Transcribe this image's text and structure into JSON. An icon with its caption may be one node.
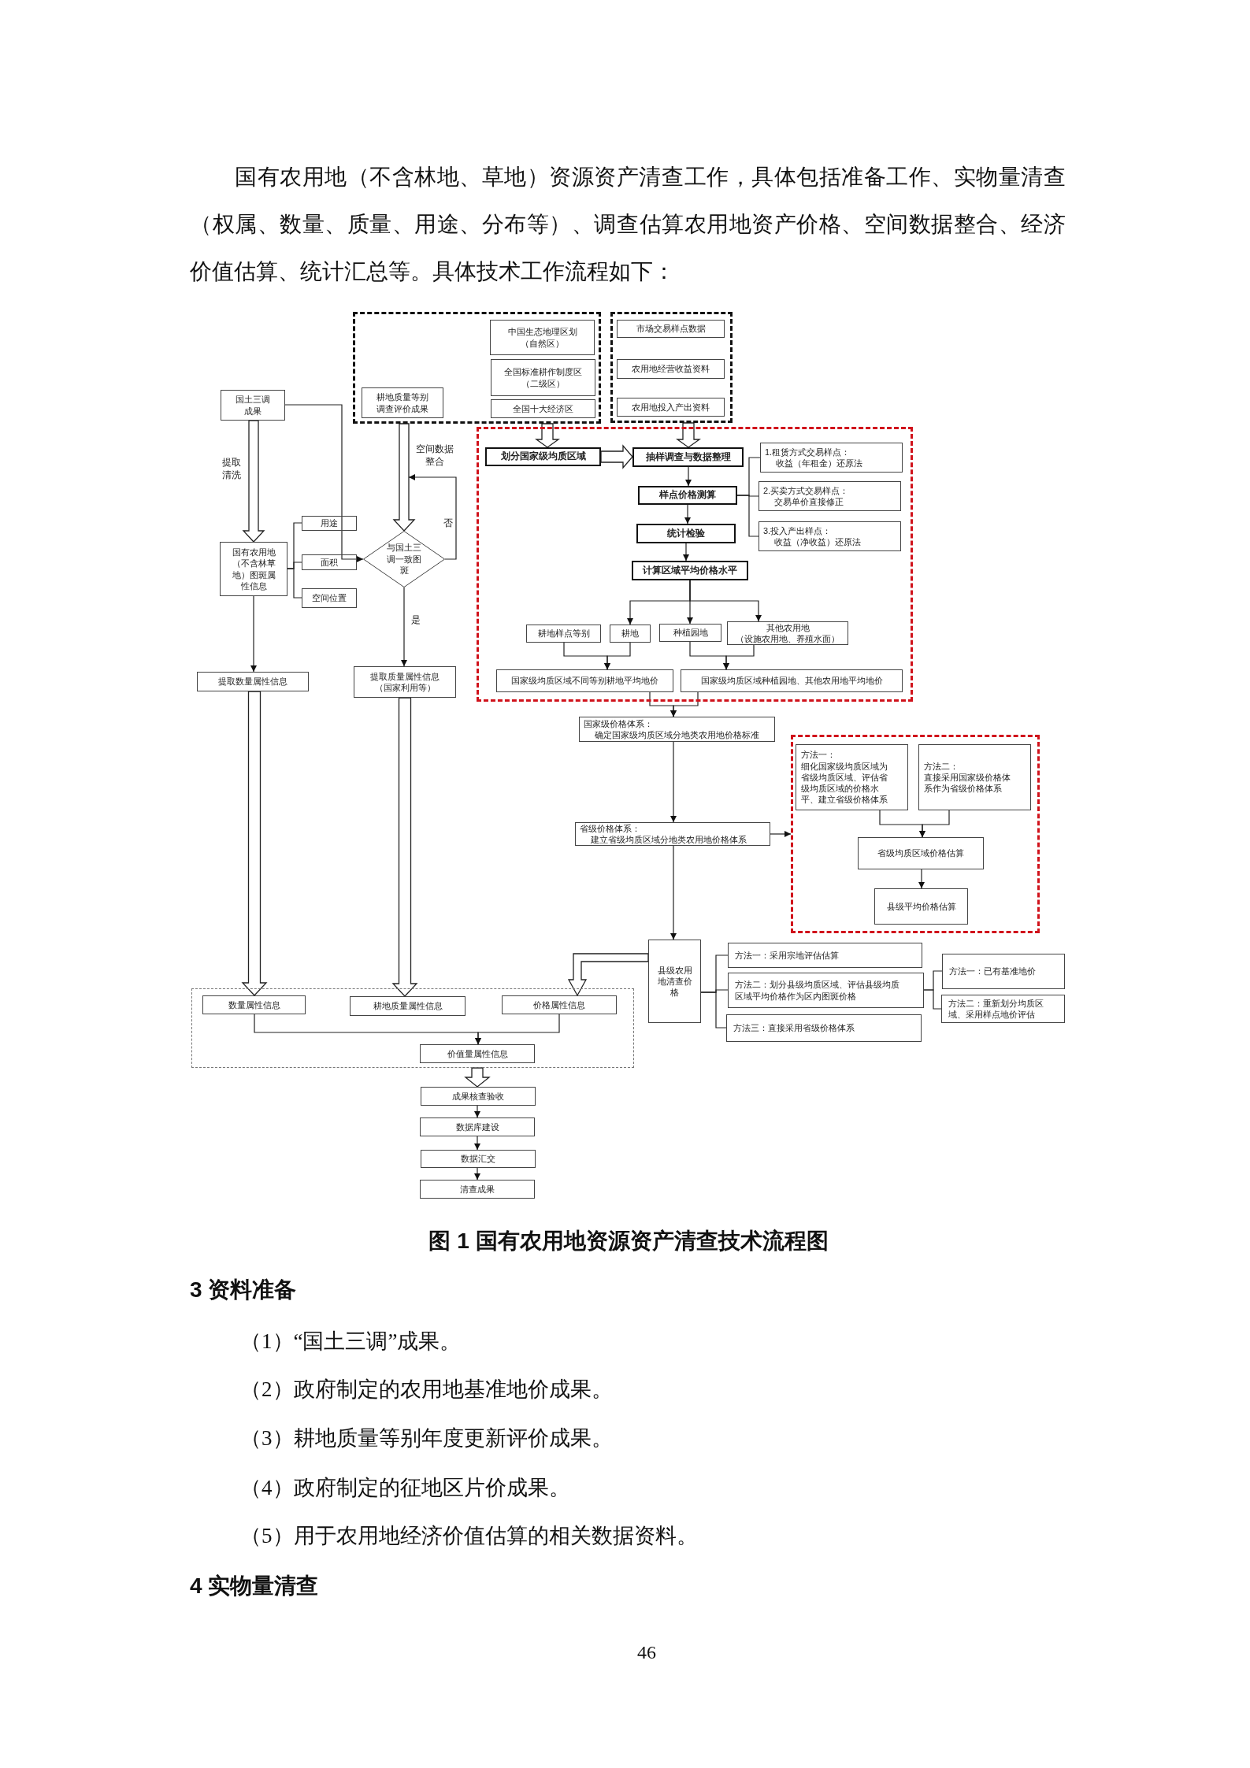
{
  "diagram": {
    "caption": "图 1 国有农用地资源资产清查技术流程图",
    "nodes": [
      {
        "text": [],
        "shape": "box"
      },
      {
        "text": [
          "耕地质量等别调查评价成果"
        ],
        "in": 0
      },
      {
        "text": [
          "中国生态地理区划",
          "（自然区）"
        ],
        "in": 0
      },
      {
        "text": [
          "全国标准耕作制度区",
          "（二级区）"
        ],
        "in": 0
      },
      {
        "text": [
          "全国十大经济区"
        ],
        "in": 0
      },
      {
        "text": [],
        "shape": "box"
      },
      {
        "text": [
          "市场交易样点数据"
        ],
        "in": 5
      },
      {
        "text": [
          "农用地经营收益资料"
        ],
        "in": 5
      },
      {
        "text": [
          "农用地投入产出资料"
        ],
        "in": 5
      },
      {
        "text": [
          "国土三调成果"
        ]
      },
      {
        "text": [],
        "shape": "box"
      },
      {
        "text": [
          "划分国家级均质区域"
        ],
        "in": 10
      },
      {
        "text": [
          "抽样调查与数据整理"
        ],
        "in": 10
      },
      {
        "text": [
          "1.租赁方式交易样点：",
          "收益（年租金）还原法"
        ],
        "in": 10
      },
      {
        "text": [
          "样点价格测算"
        ],
        "in": 10
      },
      {
        "text": [
          "2.买卖方式交易样点：",
          "交易单价直接修正"
        ],
        "in": 10
      },
      {
        "text": [
          "统计检验"
        ],
        "in": 10
      },
      {
        "text": [
          "3.投入产出样点：",
          "收益（净收益）还原法"
        ],
        "in": 10
      },
      {
        "text": [
          "计算区域平均价格水平"
        ],
        "in": 10
      },
      {
        "text": [
          "国有农用地（不含林草地）图斑属性信息"
        ]
      },
      {
        "text": [
          "用途"
        ]
      },
      {
        "text": [
          "面积"
        ]
      },
      {
        "text": [
          "空间位置"
        ]
      },
      {
        "text": [
          "与国土三调一致图斑"
        ]
      },
      {
        "text": [
          "耕地样点等别"
        ],
        "in": 10
      },
      {
        "text": [
          "耕地"
        ],
        "in": 10
      },
      {
        "text": [
          "种植园地"
        ],
        "in": 10
      },
      {
        "text": [
          "其他农用地",
          "（设施农用地、养殖水面）"
        ],
        "in": 10
      },
      {
        "text": [
          "国家级均质区域不同等别耕地平均地价"
        ],
        "in": 10
      },
      {
        "text": [
          "国家级均质区域种植园地、其他农用地平均地价"
        ],
        "in": 10
      },
      {
        "text": [
          "提取数量属性信息"
        ]
      },
      {
        "text": [
          "提取质量属性信息",
          "（国家利用等）"
        ]
      },
      {
        "text": [
          "国家级价格体系：",
          "确定国家级均质区域分地类农用地价格标准"
        ]
      },
      {
        "text": [],
        "shape": "box"
      },
      {
        "text": [
          "方法一：",
          "细化国家级均质区域为省级均质区域、评估省级均质区域的价格水平、建立省级价格体系"
        ],
        "in": 33
      },
      {
        "text": [
          "方法二：",
          "直接采用国家级价格体系作为省级价格体系"
        ],
        "in": 33
      },
      {
        "text": [
          "省级价格体系：",
          "建立省级均质区域分地类农用地价格体系"
        ]
      },
      {
        "text": [
          "省级均质区域价格估算"
        ],
        "in": 33
      },
      {
        "text": [
          "县级平均价格估算"
        ],
        "in": 33
      },
      {
        "text": [
          "县级农用地清查价格"
        ]
      },
      {
        "text": [
          "方法一：采用宗地评估估算"
        ]
      },
      {
        "text": [
          "方法一：已有基准地价"
        ]
      },
      {
        "text": [
          "方法二：划分县级均质区域、评估县级均质区域平均价格作为区内图斑价格"
        ]
      },
      {
        "text": [
          "方法二：重新划分均质区域、采用样点地价评估"
        ]
      },
      {
        "text": [
          "方法三：直接采用省级价格体系"
        ]
      },
      {
        "text": [],
        "shape": "box"
      },
      {
        "text": [
          "数量属性信息"
        ],
        "in": 45
      },
      {
        "text": [
          "耕地质量属性信息"
        ],
        "in": 45
      },
      {
        "text": [
          "价格属性信息"
        ],
        "in": 45
      },
      {
        "text": [
          "价值量属性信息"
        ],
        "in": 45
      },
      {
        "text": [
          "成果核查验收"
        ]
      },
      {
        "text": [
          "数据库建设"
        ]
      },
      {
        "text": [
          "数据汇交"
        ]
      },
      {
        "text": [
          "清查成果"
        ]
      }
    ],
    "edges": [
      {
        "from": 9,
        "to": 19,
        "arrow": "to",
        "style": "thick",
        "label": "提取清洗"
      },
      {
        "from": 0,
        "to": 23,
        "arrow": "to",
        "style": "thick",
        "label": "空间数据整合"
      },
      {
        "from": 9,
        "to": 23,
        "arrow": "to"
      },
      {
        "from": 23,
        "to": 23,
        "arrow": "to",
        "label": "否"
      },
      {
        "from": 23,
        "to": 31,
        "arrow": "to",
        "label": "是"
      },
      {
        "from": 19,
        "to": 20,
        "arrow": "none"
      },
      {
        "from": 19,
        "to": 21,
        "arrow": "none"
      },
      {
        "from": 19,
        "to": 22,
        "arrow": "none"
      },
      {
        "from": 19,
        "to": 30,
        "arrow": "to"
      },
      {
        "from": 0,
        "to": 11,
        "arrow": "to",
        "style": "thick"
      },
      {
        "from": 5,
        "to": 12,
        "arrow": "to",
        "style": "thick"
      },
      {
        "from": 11,
        "to": 12,
        "arrow": "to",
        "style": "thick"
      },
      {
        "from": 12,
        "to": 14,
        "arrow": "to"
      },
      {
        "from": 14,
        "to": 16,
        "arrow": "to"
      },
      {
        "from": 16,
        "to": 18,
        "arrow": "to"
      },
      {
        "from": 14,
        "to": 13,
        "arrow": "none"
      },
      {
        "from": 14,
        "to": 15,
        "arrow": "none"
      },
      {
        "from": 14,
        "to": 17,
        "arrow": "none"
      },
      {
        "from": 18,
        "to": 25,
        "arrow": "to"
      },
      {
        "from": 18,
        "to": 26,
        "arrow": "to"
      },
      {
        "from": 18,
        "to": 27,
        "arrow": "to"
      },
      {
        "from": 24,
        "to": 28,
        "arrow": "to"
      },
      {
        "from": 25,
        "to": 28,
        "arrow": "to"
      },
      {
        "from": 26,
        "to": 29,
        "arrow": "to"
      },
      {
        "from": 27,
        "to": 29,
        "arrow": "to"
      },
      {
        "from": 28,
        "to": 32,
        "arrow": "to"
      },
      {
        "from": 29,
        "to": 32,
        "arrow": "to"
      },
      {
        "from": 32,
        "to": 36,
        "arrow": "to"
      },
      {
        "from": 36,
        "to": 33,
        "arrow": "to"
      },
      {
        "from": 34,
        "to": 37,
        "arrow": "to"
      },
      {
        "from": 35,
        "to": 37,
        "arrow": "to"
      },
      {
        "from": 37,
        "to": 38,
        "arrow": "to"
      },
      {
        "from": 36,
        "to": 39,
        "arrow": "to"
      },
      {
        "from": 39,
        "to": 40,
        "arrow": "none"
      },
      {
        "from": 39,
        "to": 42,
        "arrow": "none"
      },
      {
        "from": 39,
        "to": 44,
        "arrow": "none"
      },
      {
        "from": 42,
        "to": 41,
        "arrow": "none"
      },
      {
        "from": 42,
        "to": 43,
        "arrow": "none"
      },
      {
        "from": 39,
        "to": 48,
        "arrow": "to",
        "style": "thick"
      },
      {
        "from": 30,
        "to": 46,
        "arrow": "to",
        "style": "thick"
      },
      {
        "from": 31,
        "to": 47,
        "arrow": "to",
        "style": "thick"
      },
      {
        "from": 46,
        "to": 49,
        "arrow": "to"
      },
      {
        "from": 48,
        "to": 49,
        "arrow": "to"
      },
      {
        "from": 45,
        "to": 50,
        "arrow": "to",
        "style": "thick"
      },
      {
        "from": 50,
        "to": 51,
        "arrow": "to"
      },
      {
        "from": 51,
        "to": 52,
        "arrow": "to"
      },
      {
        "from": 52,
        "to": 53,
        "arrow": "to"
      }
    ],
    "labels": [
      "国有农用地（不含林地、草地）资源资产清查工作，具体包括准备工作、实物量清查（权属、数量、质量、用途、分布等）、调查估算农用地资产价格、空间数据整合、经济价值估算、统计汇总等。具体技术工作流程如下：",
      "3 资料准备",
      "（1）“国土三调”成果。",
      "（2）政府制定的农用地基准地价成果。",
      "（3）耕地质量等别年度更新评价成果。",
      "（4）政府制定的征地区片价成果。",
      "（5）用于农用地经济价值估算的相关数据资料。",
      "4 实物量清查",
      "46"
    ]
  }
}
